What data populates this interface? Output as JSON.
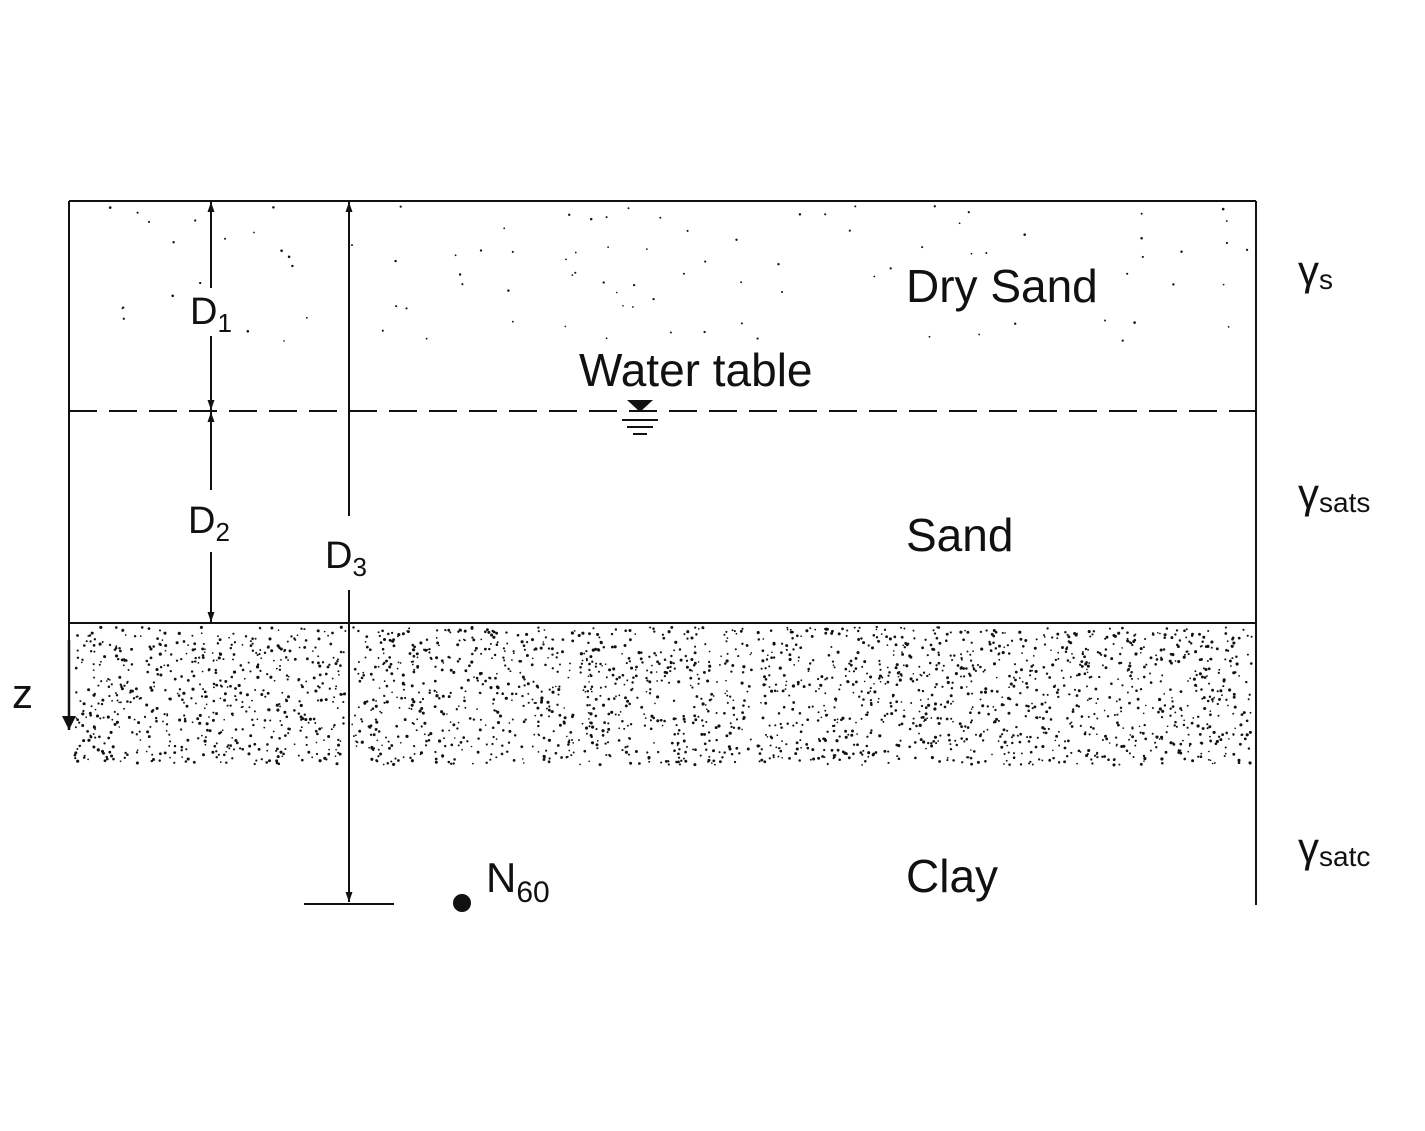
{
  "layers": {
    "dry_sand": "Dry Sand",
    "sand": "Sand",
    "clay": "Clay"
  },
  "water_table": {
    "label": "Water table"
  },
  "dimensions": {
    "d1": {
      "main": "D",
      "sub": "1"
    },
    "d2": {
      "main": "D",
      "sub": "2"
    },
    "d3": {
      "main": "D",
      "sub": "3"
    }
  },
  "depth_axis": {
    "label": "z"
  },
  "spt_point": {
    "main": "N",
    "sub": "60"
  },
  "unit_weights": {
    "dry_sand": {
      "main": "γ",
      "sub": "s"
    },
    "sand": {
      "main": "γ",
      "sub": "sats"
    },
    "clay": {
      "main": "γ",
      "sub": "satc"
    }
  },
  "colors": {
    "ink": "#111111",
    "background": "#ffffff"
  }
}
